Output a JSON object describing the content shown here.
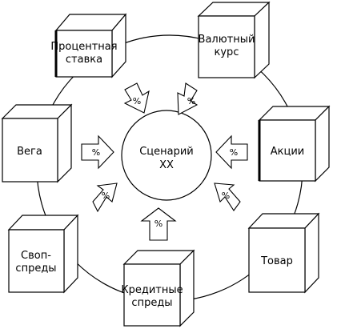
{
  "center": {
    "line1": "Сценарий",
    "line2": "XX"
  },
  "boxes": {
    "interest_rate": {
      "line1": "Процентная",
      "line2": "ставка"
    },
    "fx_rate": {
      "line1": "Валютный",
      "line2": "курс"
    },
    "vega": {
      "line1": "Вега"
    },
    "equities": {
      "line1": "Акции"
    },
    "swap_spreads": {
      "line1": "Своп-",
      "line2": "спреды"
    },
    "commodity": {
      "line1": "Товар"
    },
    "credit_spreads": {
      "line1": "Кредитные",
      "line2": "спреды"
    }
  },
  "arrows": {
    "percent_label": "%"
  },
  "colors": {
    "stroke": "#000000",
    "fill": "#ffffff"
  }
}
